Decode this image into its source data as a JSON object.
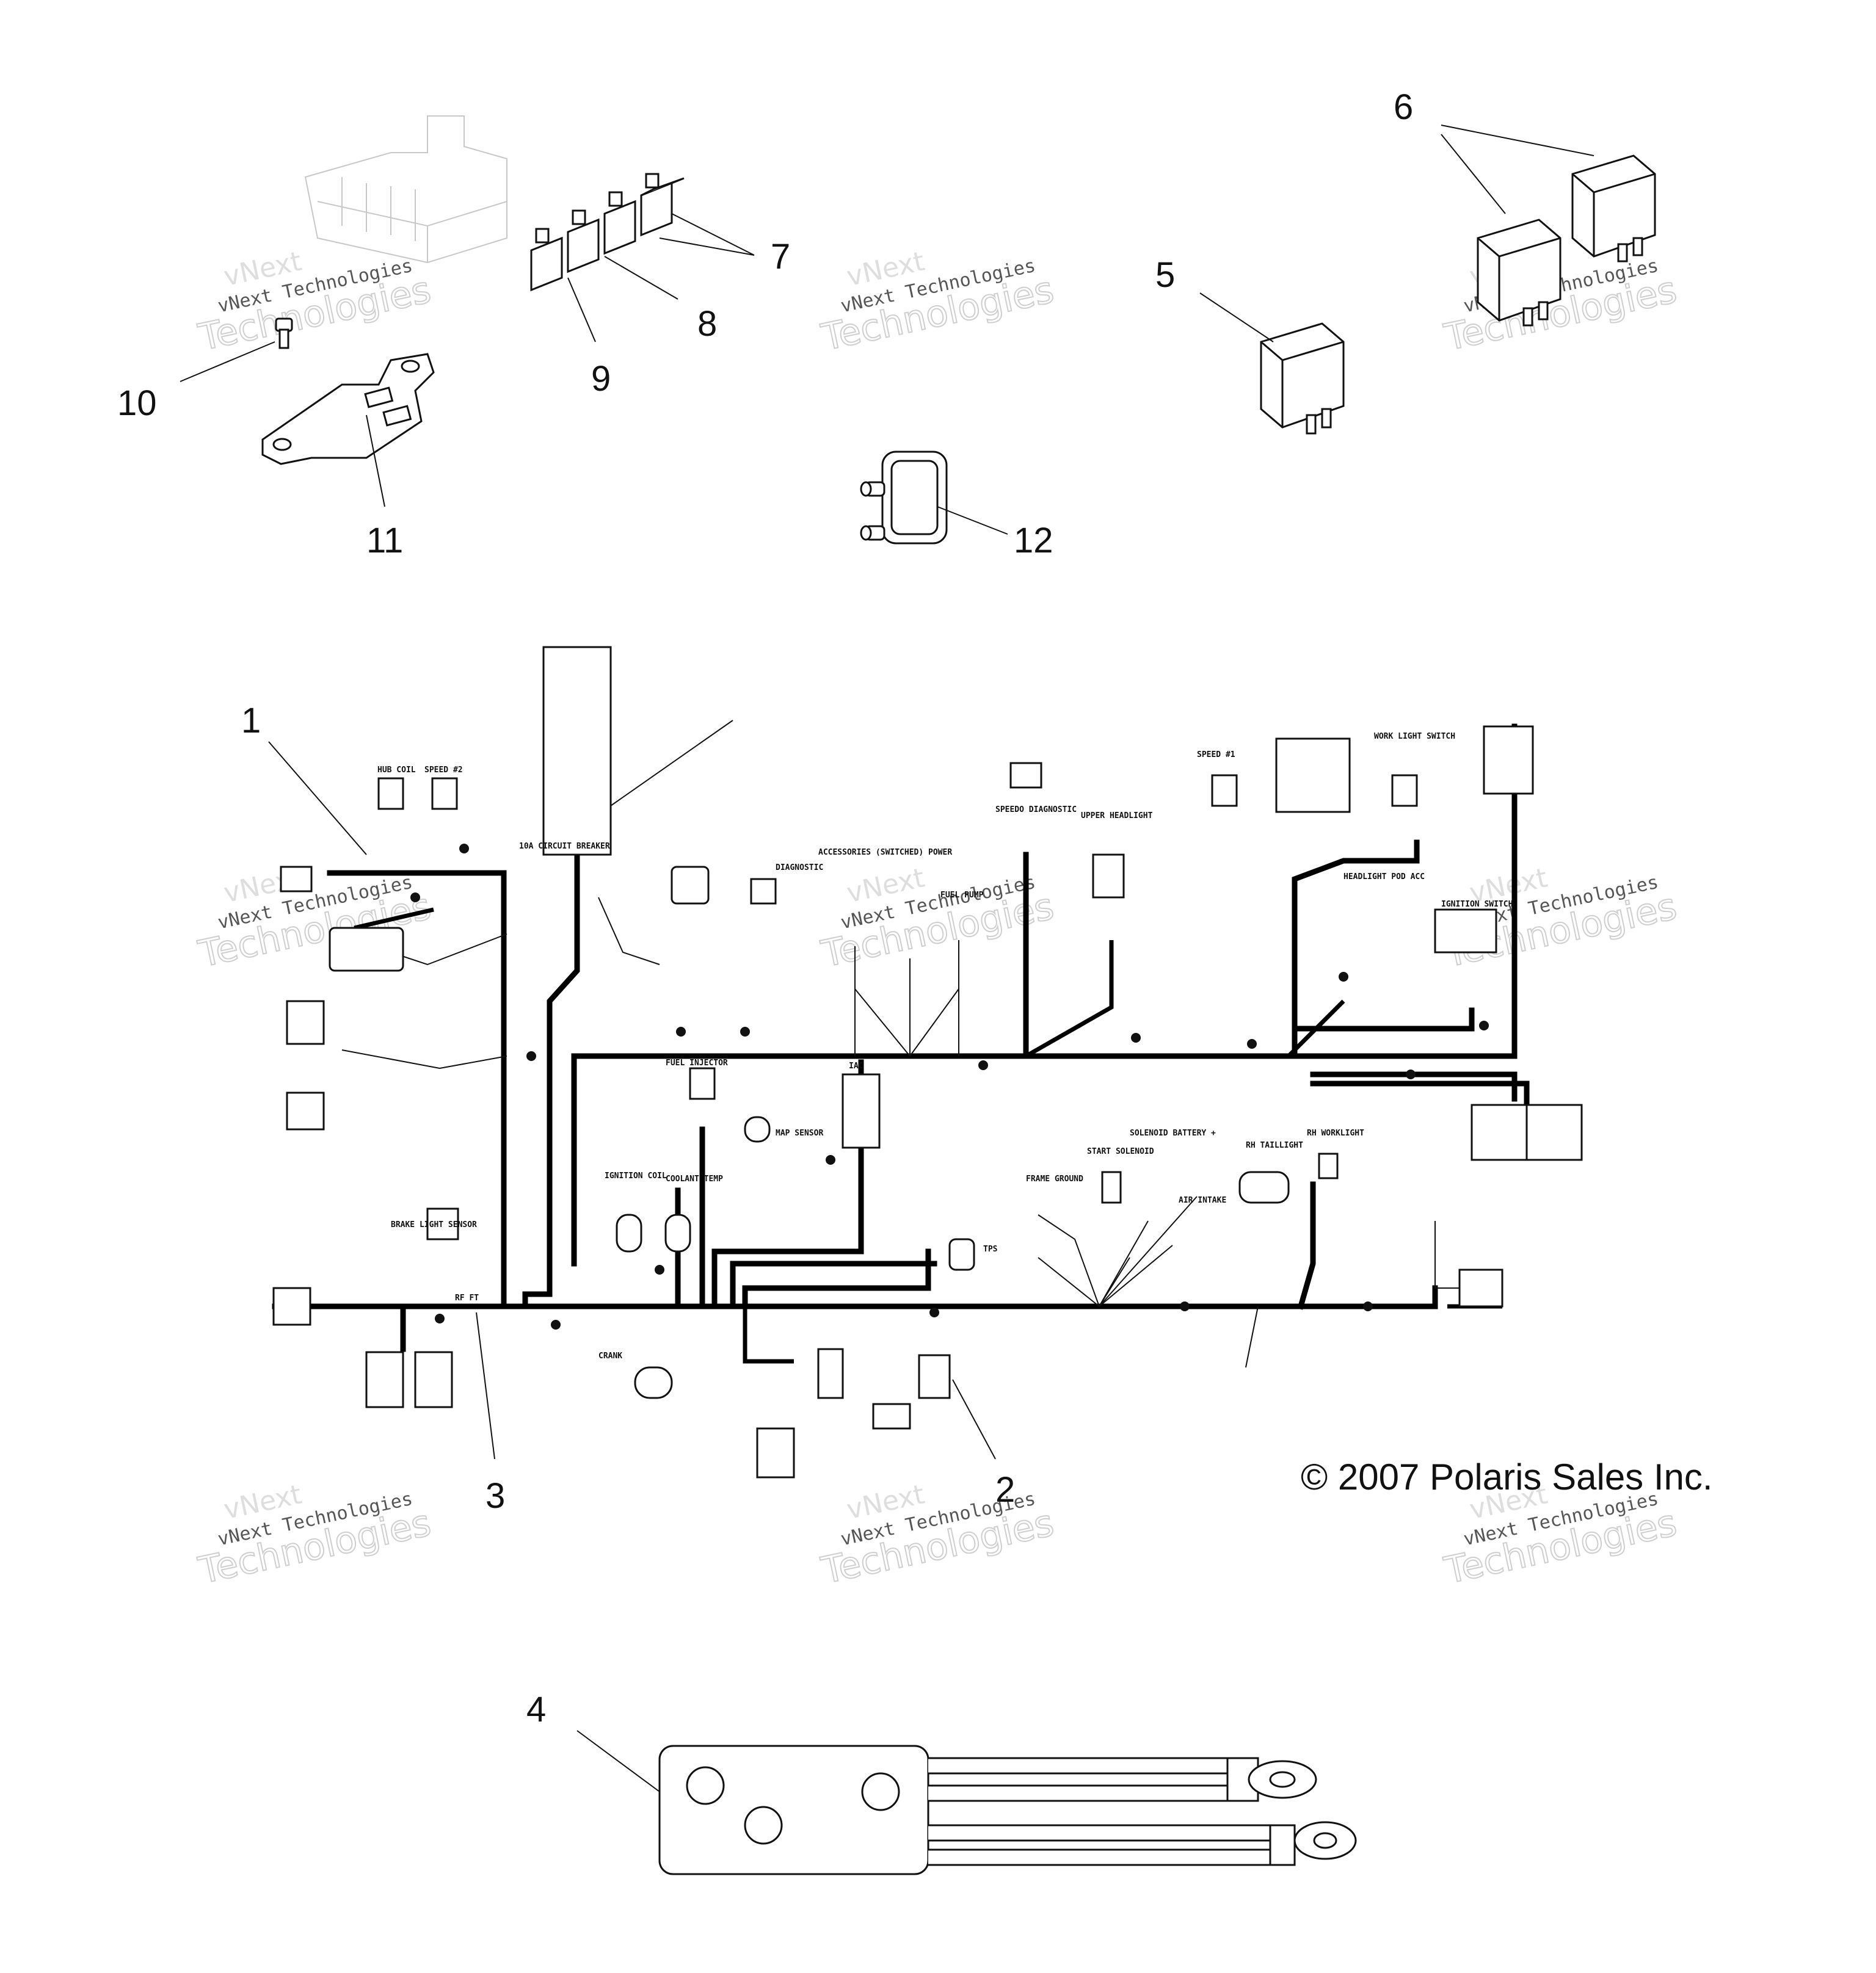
{
  "callouts": [
    {
      "id": "c1",
      "text": "1"
    },
    {
      "id": "c2",
      "text": "2"
    },
    {
      "id": "c3",
      "text": "3"
    },
    {
      "id": "c4",
      "text": "4"
    },
    {
      "id": "c5",
      "text": "5"
    },
    {
      "id": "c6",
      "text": "6"
    },
    {
      "id": "c7",
      "text": "7"
    },
    {
      "id": "c8",
      "text": "8"
    },
    {
      "id": "c9",
      "text": "9"
    },
    {
      "id": "c10",
      "text": "10"
    },
    {
      "id": "c11",
      "text": "11"
    },
    {
      "id": "c12",
      "text": "12"
    }
  ],
  "copyright": "© 2007 Polaris Sales Inc.",
  "watermark": {
    "line1": "vNext",
    "line2": "vNext Technologies",
    "line3": "Technologies"
  },
  "harness_labels": {
    "hub_coil": "HUB COIL",
    "speed2": "SPEED #2",
    "circuit_breaker": "10A CIRCUIT BREAKER",
    "diagnostic": "DIAGNOSTIC",
    "accessories": "ACCESSORIES (SWITCHED) POWER",
    "fuel_pump": "FUEL PUMP",
    "speedo_diagnostic": "SPEEDO DIAGNOSTIC",
    "upper_headlight": "UPPER HEADLIGHT",
    "speed1": "SPEED #1",
    "work_light_switch": "WORK LIGHT SWITCH",
    "headlight_pod": "HEADLIGHT POD ACC",
    "ignition_switch": "IGNITION SWITCH",
    "fuel_injector": "FUEL INJECTOR",
    "iac": "IAC",
    "map_sensor": "MAP SENSOR",
    "ignition_coil": "IGNITION COIL",
    "coolant_temp": "COOLANT TEMP",
    "brake_light_sensor": "BRAKE LIGHT SENSOR",
    "tps": "TPS",
    "frame_ground": "FRAME GROUND",
    "start_solenoid": "START SOLENOID",
    "solenoid_battery": "SOLENOID BATTERY +",
    "air_intake": "AIR INTAKE",
    "rh_taillight": "RH TAILLIGHT",
    "rh_worklight": "RH WORKLIGHT",
    "crank": "CRANK",
    "rf_ft": "RF FT"
  }
}
